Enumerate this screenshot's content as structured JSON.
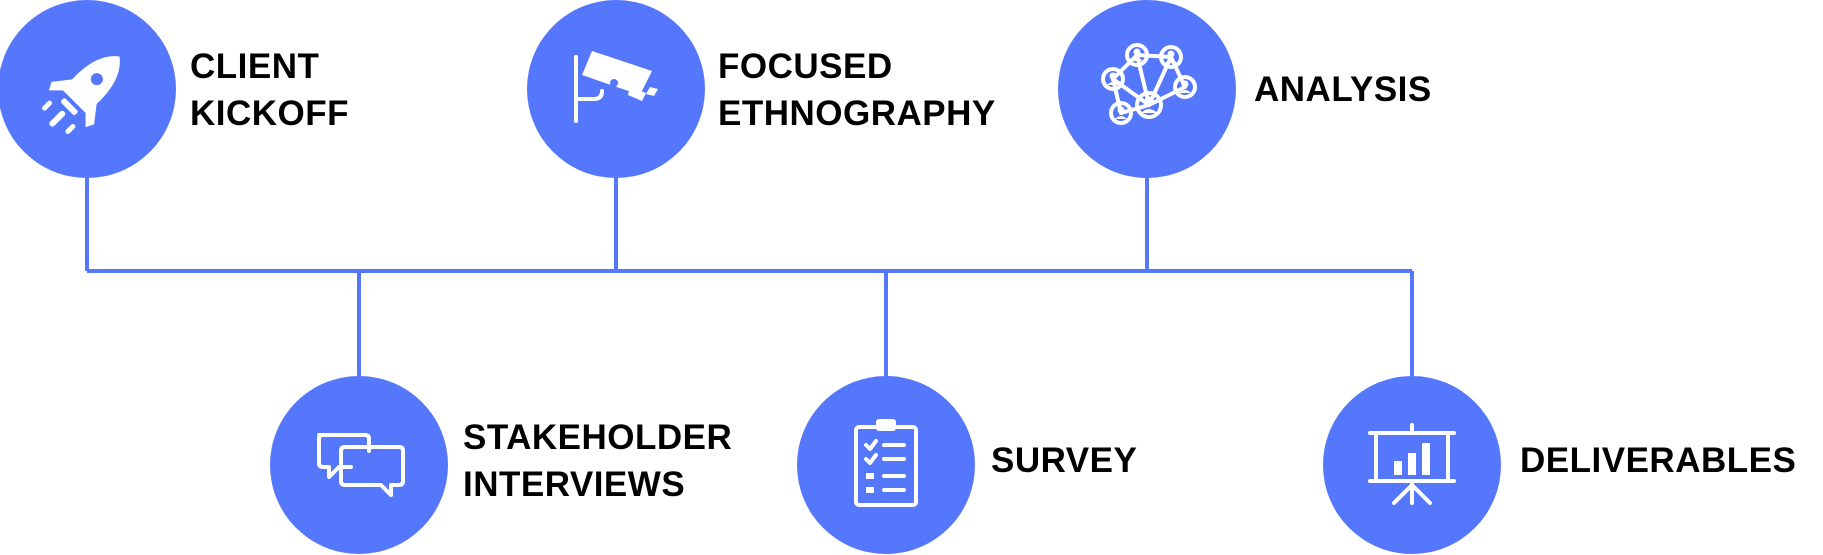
{
  "accent_color": "#5577fb",
  "steps": [
    {
      "id": "client-kickoff",
      "lines": [
        "CLIENT",
        "KICKOFF"
      ],
      "icon": "rocket-icon",
      "row": "top"
    },
    {
      "id": "focused-ethnography",
      "lines": [
        "FOCUSED",
        "ETHNOGRAPHY"
      ],
      "icon": "security-camera-icon",
      "row": "top"
    },
    {
      "id": "analysis",
      "lines": [
        "ANALYSIS"
      ],
      "icon": "network-icon",
      "row": "top"
    },
    {
      "id": "stakeholder-interviews",
      "lines": [
        "STAKEHOLDER",
        "INTERVIEWS"
      ],
      "icon": "chat-bubbles-icon",
      "row": "bottom"
    },
    {
      "id": "survey",
      "lines": [
        "SURVEY"
      ],
      "icon": "clipboard-checklist-icon",
      "row": "bottom"
    },
    {
      "id": "deliverables",
      "lines": [
        "DELIVERABLES"
      ],
      "icon": "presentation-board-icon",
      "row": "bottom"
    }
  ]
}
